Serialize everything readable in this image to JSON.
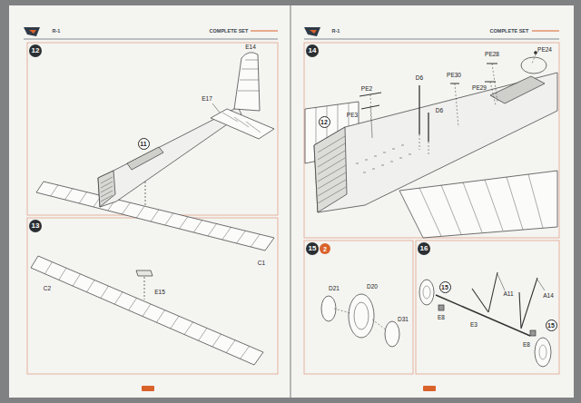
{
  "diagram": {
    "nodes": [
      {
        "text": [
          "12"
        ]
      },
      {
        "text": [
          "11"
        ]
      },
      {
        "text": [
          "13"
        ]
      },
      {
        "text": [
          "14"
        ]
      },
      {
        "text": [
          "12"
        ]
      },
      {
        "text": [
          "15"
        ]
      },
      {
        "text": [
          "2"
        ]
      },
      {
        "text": [
          "16"
        ]
      },
      {
        "text": [
          "15"
        ]
      },
      {
        "text": [
          "15"
        ]
      }
    ],
    "labels": [
      "R-1",
      "COMPLETE SET",
      "E14",
      "E17",
      "C1",
      "C2",
      "E15",
      "R-1",
      "COMPLETE SET",
      "PE28",
      "PE24",
      "D6",
      "PE30",
      "PE2",
      "PE29",
      "D6",
      "PE3",
      "D21",
      "D20",
      "D31",
      "A11",
      "A14",
      "E8",
      "E3",
      "E8"
    ]
  }
}
